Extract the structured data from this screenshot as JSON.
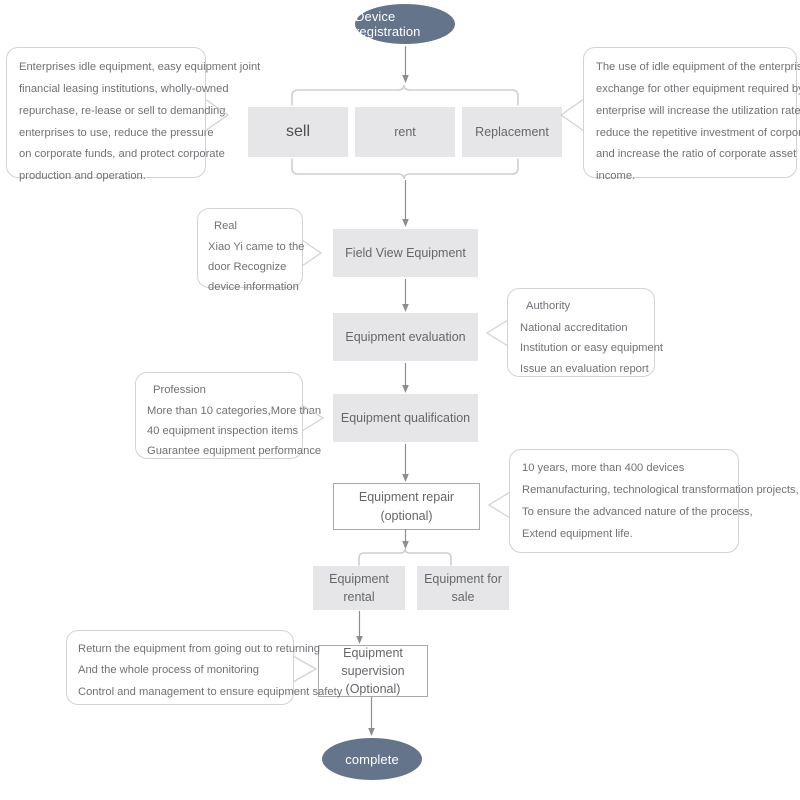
{
  "diagram": {
    "title_node": "Device registration",
    "end_node": "complete",
    "options": [
      {
        "label": "sell"
      },
      {
        "label": "rent"
      },
      {
        "label": "Replacement"
      }
    ],
    "steps": [
      {
        "label": "Field View Equipment"
      },
      {
        "label": "Equipment evaluation"
      },
      {
        "label": "Equipment qualification"
      },
      {
        "label": "Equipment repair (optional)"
      }
    ],
    "outcomes": [
      {
        "label": "Equipment  rental"
      },
      {
        "label": "Equipment for sale"
      }
    ],
    "supervision": {
      "line1": "Equipment supervision",
      "line2": "(Optional)"
    },
    "callouts": {
      "sell_note": {
        "lines": [
          "Enterprises idle equipment, easy equipment joint",
          "financial leasing institutions, wholly-owned",
          "repurchase, re-lease or sell to demanding",
          "enterprises to use, reduce the pressure",
          "on corporate funds, and protect corporate",
          " production and operation."
        ]
      },
      "replacement_note": {
        "lines": [
          "The use of idle equipment of the enterprise in",
          "exchange for other equipment required by the",
          "enterprise will increase the utilization rate of assets,",
          "reduce the repetitive investment of corporate assets,",
          "and increase the ratio of corporate asset investment",
          "income."
        ]
      },
      "real_note": {
        "title": "Real",
        "lines": [
          "Xiao Yi came to the",
          " door  Recognize",
          "device information"
        ]
      },
      "authority_note": {
        "title": "Authority",
        "lines": [
          "National accreditation",
          "Institution or easy equipment",
          "Issue an evaluation report"
        ]
      },
      "profession_note": {
        "title": "Profession",
        "lines": [
          "More than 10 categories,More than",
          "40  equipment inspection items",
          "Guarantee equipment performance"
        ]
      },
      "repair_note": {
        "lines": [
          "10 years, more than 400 devices",
          "Remanufacturing, technological transformation projects,",
          "To ensure the advanced nature of the process,",
          "Extend equipment life."
        ]
      },
      "supervision_note": {
        "lines": [
          "Return the equipment from going out to returning",
          "And the whole process of monitoring",
          "Control and management to ensure equipment safety"
        ]
      }
    },
    "colors": {
      "terminator_fill": "#64748b",
      "box_fill": "#e6e6e8",
      "line": "#b9b9bb",
      "arrow": "#8d8d8f",
      "text": "#6f7276"
    }
  }
}
